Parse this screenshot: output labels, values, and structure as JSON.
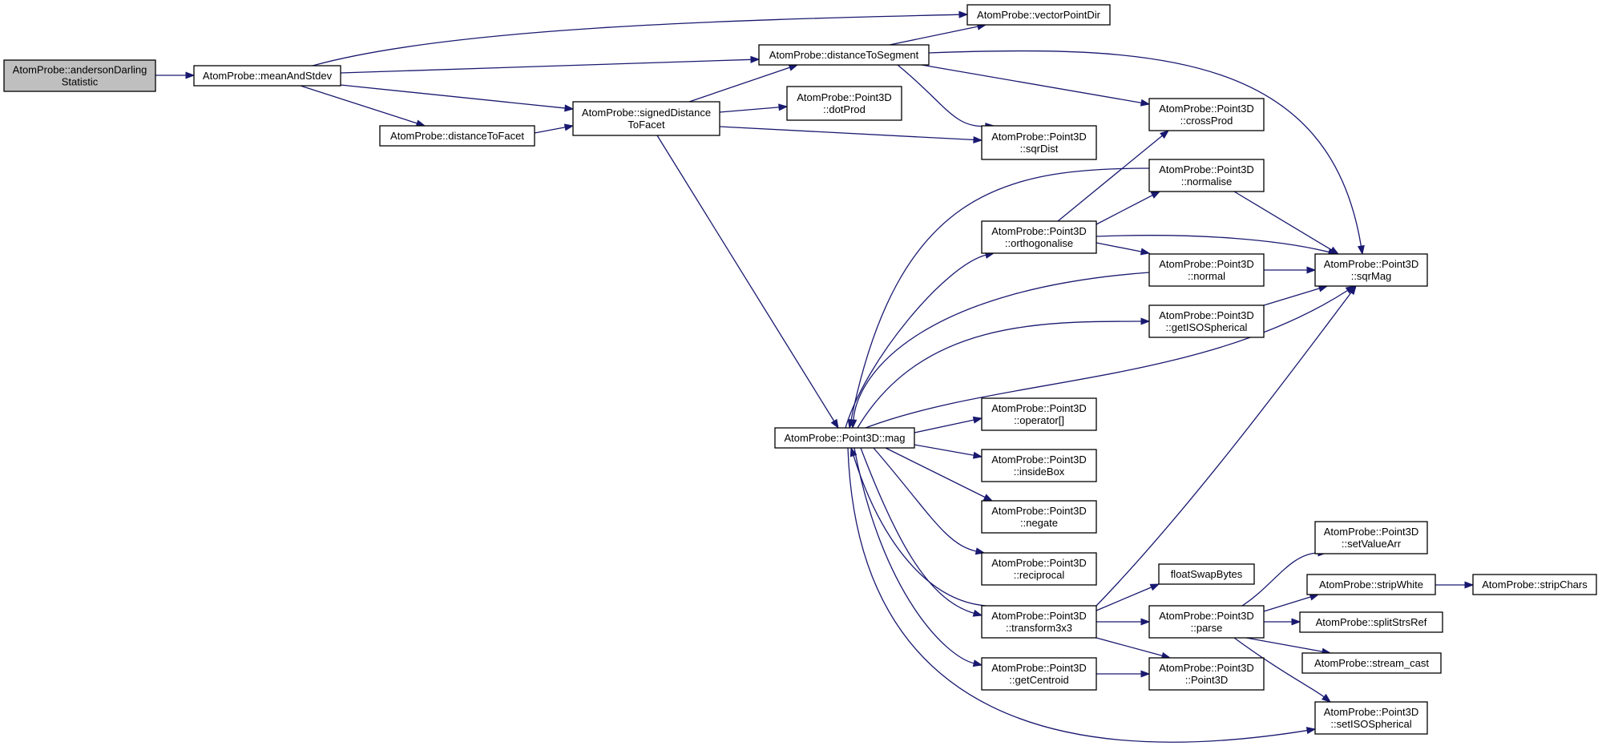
{
  "graph": {
    "edge_color": "#191970",
    "root_fill": "#bfbfbf",
    "nodes": [
      {
        "id": "anderson",
        "lines": [
          "AtomProbe::andersonDarling",
          "Statistic"
        ],
        "root": true
      },
      {
        "id": "meanAndStdev",
        "lines": [
          "AtomProbe::meanAndStdev"
        ]
      },
      {
        "id": "vectorPointDir",
        "lines": [
          "AtomProbe::vectorPointDir"
        ]
      },
      {
        "id": "distanceToSegment",
        "lines": [
          "AtomProbe::distanceToSegment"
        ]
      },
      {
        "id": "signedDistance",
        "lines": [
          "AtomProbe::signedDistance",
          "ToFacet"
        ]
      },
      {
        "id": "distanceToFacet",
        "lines": [
          "AtomProbe::distanceToFacet"
        ]
      },
      {
        "id": "dotProd",
        "lines": [
          "AtomProbe::Point3D",
          "::dotProd"
        ]
      },
      {
        "id": "sqrDist",
        "lines": [
          "AtomProbe::Point3D",
          "::sqrDist"
        ]
      },
      {
        "id": "crossProd",
        "lines": [
          "AtomProbe::Point3D",
          "::crossProd"
        ]
      },
      {
        "id": "normalise",
        "lines": [
          "AtomProbe::Point3D",
          "::normalise"
        ]
      },
      {
        "id": "orthogonalise",
        "lines": [
          "AtomProbe::Point3D",
          "::orthogonalise"
        ]
      },
      {
        "id": "normal",
        "lines": [
          "AtomProbe::Point3D",
          "::normal"
        ]
      },
      {
        "id": "sqrMag",
        "lines": [
          "AtomProbe::Point3D",
          "::sqrMag"
        ]
      },
      {
        "id": "getISOSpherical",
        "lines": [
          "AtomProbe::Point3D",
          "::getISOSpherical"
        ]
      },
      {
        "id": "mag",
        "lines": [
          "AtomProbe::Point3D::mag"
        ]
      },
      {
        "id": "operatorIdx",
        "lines": [
          "AtomProbe::Point3D",
          "::operator[]"
        ]
      },
      {
        "id": "insideBox",
        "lines": [
          "AtomProbe::Point3D",
          "::insideBox"
        ]
      },
      {
        "id": "negate",
        "lines": [
          "AtomProbe::Point3D",
          "::negate"
        ]
      },
      {
        "id": "reciprocal",
        "lines": [
          "AtomProbe::Point3D",
          "::reciprocal"
        ]
      },
      {
        "id": "transform3x3",
        "lines": [
          "AtomProbe::Point3D",
          "::transform3x3"
        ]
      },
      {
        "id": "getCentroid",
        "lines": [
          "AtomProbe::Point3D",
          "::getCentroid"
        ]
      },
      {
        "id": "floatSwapBytes",
        "lines": [
          "floatSwapBytes"
        ]
      },
      {
        "id": "parse",
        "lines": [
          "AtomProbe::Point3D",
          "::parse"
        ]
      },
      {
        "id": "point3DCtor",
        "lines": [
          "AtomProbe::Point3D",
          "::Point3D"
        ]
      },
      {
        "id": "setValueArr",
        "lines": [
          "AtomProbe::Point3D",
          "::setValueArr"
        ]
      },
      {
        "id": "stripWhite",
        "lines": [
          "AtomProbe::stripWhite"
        ]
      },
      {
        "id": "stripChars",
        "lines": [
          "AtomProbe::stripChars"
        ]
      },
      {
        "id": "splitStrsRef",
        "lines": [
          "AtomProbe::splitStrsRef"
        ]
      },
      {
        "id": "streamCast",
        "lines": [
          "AtomProbe::stream_cast"
        ]
      },
      {
        "id": "setISOSpherical",
        "lines": [
          "AtomProbe::Point3D",
          "::setISOSpherical"
        ]
      }
    ],
    "edges": [
      {
        "from": "anderson",
        "to": "meanAndStdev"
      },
      {
        "from": "meanAndStdev",
        "to": "vectorPointDir"
      },
      {
        "from": "meanAndStdev",
        "to": "distanceToSegment"
      },
      {
        "from": "meanAndStdev",
        "to": "signedDistance"
      },
      {
        "from": "meanAndStdev",
        "to": "distanceToFacet"
      },
      {
        "from": "distanceToFacet",
        "to": "signedDistance"
      },
      {
        "from": "signedDistance",
        "to": "distanceToSegment"
      },
      {
        "from": "signedDistance",
        "to": "dotProd"
      },
      {
        "from": "signedDistance",
        "to": "sqrDist"
      },
      {
        "from": "signedDistance",
        "to": "mag"
      },
      {
        "from": "distanceToSegment",
        "to": "vectorPointDir"
      },
      {
        "from": "distanceToSegment",
        "to": "crossProd"
      },
      {
        "from": "distanceToSegment",
        "to": "sqrDist"
      },
      {
        "from": "distanceToSegment",
        "to": "sqrMag"
      },
      {
        "from": "orthogonalise",
        "to": "crossProd"
      },
      {
        "from": "orthogonalise",
        "to": "normalise"
      },
      {
        "from": "orthogonalise",
        "to": "normal"
      },
      {
        "from": "orthogonalise",
        "to": "sqrMag"
      },
      {
        "from": "normalise",
        "to": "sqrMag"
      },
      {
        "from": "normalise",
        "to": "mag"
      },
      {
        "from": "normal",
        "to": "sqrMag"
      },
      {
        "from": "normal",
        "to": "mag"
      },
      {
        "from": "getISOSpherical",
        "to": "sqrMag"
      },
      {
        "from": "mag",
        "to": "getISOSpherical"
      },
      {
        "from": "mag",
        "to": "orthogonalise"
      },
      {
        "from": "mag",
        "to": "sqrMag"
      },
      {
        "from": "mag",
        "to": "operatorIdx"
      },
      {
        "from": "mag",
        "to": "insideBox"
      },
      {
        "from": "mag",
        "to": "negate"
      },
      {
        "from": "mag",
        "to": "reciprocal"
      },
      {
        "from": "mag",
        "to": "transform3x3"
      },
      {
        "from": "mag",
        "to": "getCentroid"
      },
      {
        "from": "mag",
        "to": "setISOSpherical"
      },
      {
        "from": "transform3x3",
        "to": "mag"
      },
      {
        "from": "transform3x3",
        "to": "sqrMag"
      },
      {
        "from": "transform3x3",
        "to": "floatSwapBytes"
      },
      {
        "from": "transform3x3",
        "to": "parse"
      },
      {
        "from": "transform3x3",
        "to": "point3DCtor"
      },
      {
        "from": "getCentroid",
        "to": "point3DCtor"
      },
      {
        "from": "parse",
        "to": "setValueArr"
      },
      {
        "from": "parse",
        "to": "stripWhite"
      },
      {
        "from": "parse",
        "to": "splitStrsRef"
      },
      {
        "from": "parse",
        "to": "streamCast"
      },
      {
        "from": "parse",
        "to": "setISOSpherical"
      },
      {
        "from": "stripWhite",
        "to": "stripChars"
      }
    ]
  }
}
